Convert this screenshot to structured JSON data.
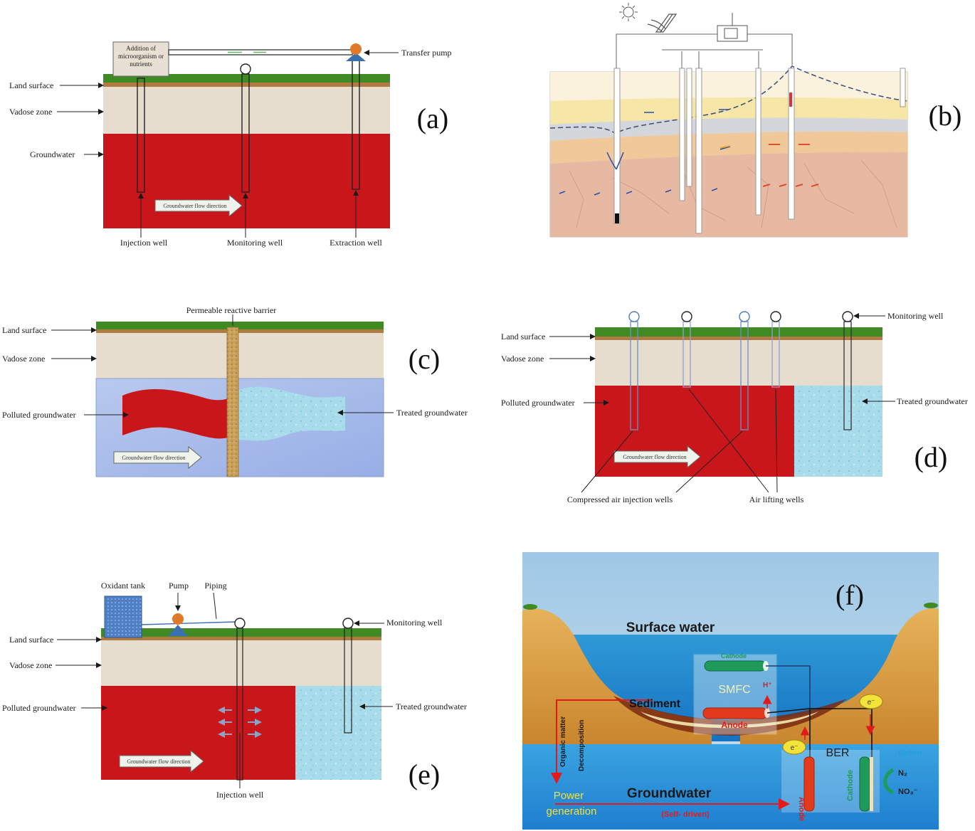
{
  "colors": {
    "grass": "#3f8a22",
    "soil_strip": "#b07a43",
    "vadose": "#e6ddcf",
    "polluted": "#c8161b",
    "treated": "#a9dceb",
    "blue_aquifer": "#a9bde8",
    "barrier": "#c9a15a",
    "pump_orange": "#e07a2a",
    "pump_blue": "#3a6fb0"
  },
  "panels": {
    "a": {
      "letter": "(a)",
      "labels": {
        "addition": "Addition of microorganism or nutrients",
        "transfer_pump": "Transfer pump",
        "land_surface": "Land surface",
        "vadose_zone": "Vadose zone",
        "groundwater": "Groundwater",
        "flow": "Groundwater flow direction",
        "injection_well": "Injection well",
        "monitoring_well": "Monitoring well",
        "extraction_well": "Extraction well"
      }
    },
    "b": {
      "letter": "(b)"
    },
    "c": {
      "letter": "(c)",
      "labels": {
        "barrier": "Permeable reactive barrier",
        "land_surface": "Land surface",
        "vadose_zone": "Vadose zone",
        "polluted": "Polluted groundwater",
        "treated": "Treated groundwater",
        "flow": "Groundwater flow direction"
      }
    },
    "d": {
      "letter": "(d)",
      "labels": {
        "monitoring_well": "Monitoring well",
        "land_surface": "Land surface",
        "vadose_zone": "Vadose zone",
        "polluted": "Polluted groundwater",
        "treated": "Treated groundwater",
        "flow": "Groundwater flow direction",
        "air_injection": "Compressed air injection wells",
        "air_lifting": "Air lifting wells"
      }
    },
    "e": {
      "letter": "(e)",
      "labels": {
        "oxidant_tank": "Oxidant tank",
        "pump": "Pump",
        "piping": "Piping",
        "monitoring_well": "Monitoring well",
        "land_surface": "Land surface",
        "vadose_zone": "Vadose zone",
        "polluted": "Polluted groundwater",
        "treated": "Treated groundwater",
        "flow": "Groundwater flow direction",
        "injection_well": "Injection well"
      }
    },
    "f": {
      "letter": "(f)",
      "labels": {
        "surface_water": "Surface  water",
        "cathode_top": "Cathode",
        "smfc": "SMFC",
        "h_plus": "H⁺",
        "sediment": "Sediment",
        "anode": "Anode",
        "organic_matter": "Organic matter",
        "decomposition": "Decomposition",
        "electron": "e⁻",
        "ber": "BER",
        "biofilm": "Biofilm",
        "n2": "N₂",
        "no3": "NO₃⁻",
        "anode_vertical": "Anode",
        "cathode_vertical": "Cathode",
        "power": "Power",
        "generation": "generation",
        "groundwater": "Groundwater",
        "self_driven": "(Self- driven)"
      }
    }
  }
}
